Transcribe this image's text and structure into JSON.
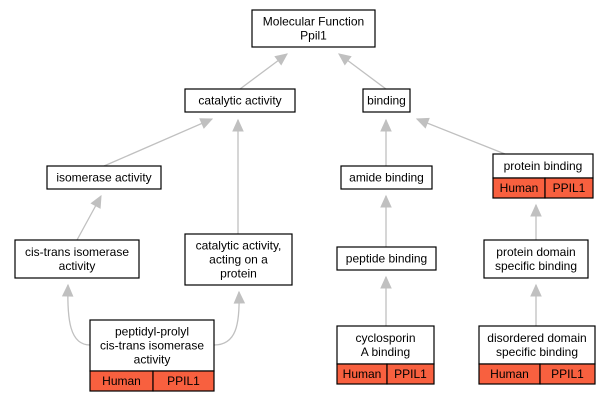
{
  "nodes": {
    "molecular_function": {
      "lines": [
        "Molecular Function",
        "Ppil1"
      ]
    },
    "catalytic_activity": {
      "lines": [
        "catalytic activity"
      ]
    },
    "binding": {
      "lines": [
        "binding"
      ]
    },
    "isomerase_activity": {
      "lines": [
        "isomerase activity"
      ]
    },
    "amide_binding": {
      "lines": [
        "amide binding"
      ]
    },
    "protein_binding": {
      "lines": [
        "protein binding"
      ],
      "tags": [
        "Human",
        "PPIL1"
      ]
    },
    "cis_trans_isomerase_activity": {
      "lines": [
        "cis-trans isomerase",
        "activity"
      ]
    },
    "catalytic_activity_acting_on_protein": {
      "lines": [
        "catalytic activity,",
        "acting on a",
        "protein"
      ]
    },
    "peptide_binding": {
      "lines": [
        "peptide binding"
      ]
    },
    "protein_domain_specific_binding": {
      "lines": [
        "protein domain",
        "specific binding"
      ]
    },
    "peptidyl_prolyl_isomerase_activity": {
      "lines": [
        "peptidyl-prolyl",
        "cis-trans isomerase",
        "activity"
      ],
      "tags": [
        "Human",
        "PPIL1"
      ]
    },
    "cyclosporin_a_binding": {
      "lines": [
        "cyclosporin",
        "A binding"
      ],
      "tags": [
        "Human",
        "PPIL1"
      ]
    },
    "disordered_domain_specific_binding": {
      "lines": [
        "disordered domain",
        "specific binding"
      ],
      "tags": [
        "Human",
        "PPIL1"
      ]
    }
  },
  "edges": [
    {
      "from": "catalytic_activity",
      "to": "molecular_function"
    },
    {
      "from": "binding",
      "to": "molecular_function"
    },
    {
      "from": "isomerase_activity",
      "to": "catalytic_activity"
    },
    {
      "from": "catalytic_activity_acting_on_protein",
      "to": "catalytic_activity"
    },
    {
      "from": "amide_binding",
      "to": "binding"
    },
    {
      "from": "protein_binding",
      "to": "binding"
    },
    {
      "from": "cis_trans_isomerase_activity",
      "to": "isomerase_activity"
    },
    {
      "from": "peptide_binding",
      "to": "amide_binding"
    },
    {
      "from": "protein_domain_specific_binding",
      "to": "protein_binding"
    },
    {
      "from": "peptidyl_prolyl_isomerase_activity",
      "to": "cis_trans_isomerase_activity"
    },
    {
      "from": "peptidyl_prolyl_isomerase_activity",
      "to": "catalytic_activity_acting_on_protein"
    },
    {
      "from": "cyclosporin_a_binding",
      "to": "peptide_binding"
    },
    {
      "from": "disordered_domain_specific_binding",
      "to": "protein_domain_specific_binding"
    }
  ],
  "colors": {
    "tag_fill": "#f8603f",
    "edge": "#c0c0c0",
    "node_border": "#000000",
    "node_fill": "#ffffff"
  }
}
